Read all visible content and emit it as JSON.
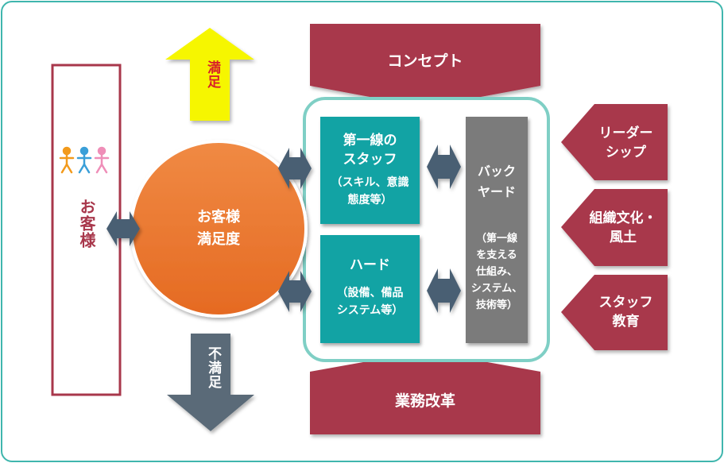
{
  "customer": {
    "label": "お客様"
  },
  "satisfaction": {
    "up_label": "満足",
    "down_label": "不満足",
    "center_label": "お客様\n満足度"
  },
  "concept": {
    "label": "コンセプト"
  },
  "business_reform": {
    "label": "業務改革"
  },
  "frontline": {
    "title": "第一線の\nスタッフ",
    "detail": "（スキル、意識\n態度等）"
  },
  "hard": {
    "title": "ハード",
    "detail": "（設備、備品\nシステム等）"
  },
  "backyard": {
    "title": "バック\nヤード",
    "detail": "（第一線\nを支える\n仕組み、\nシステム、\n技術等）"
  },
  "right_items": [
    {
      "label": "リーダー\nシップ"
    },
    {
      "label": "組織文化・\n風土"
    },
    {
      "label": "スタッフ\n教育"
    }
  ],
  "colors": {
    "crimson": "#a8374b",
    "teal": "#12a3a4",
    "orange": "#ec7530",
    "gray": "#7b7b7b",
    "slate": "#4a5f73",
    "yellow": "#f6f600",
    "red_text": "#d8202a"
  }
}
